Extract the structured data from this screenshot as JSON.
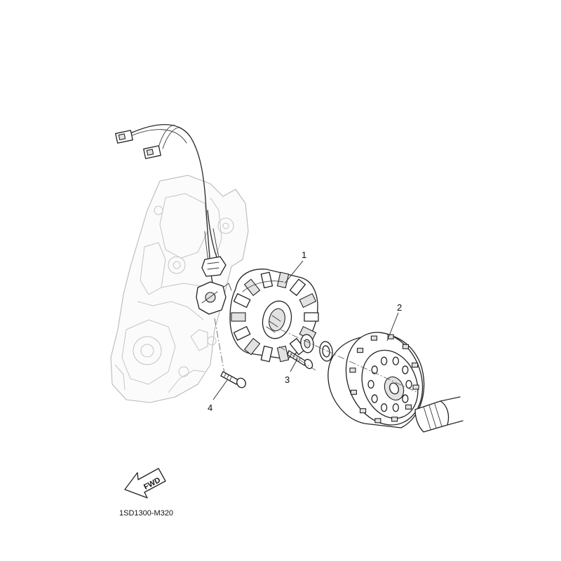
{
  "callouts": [
    {
      "id": "1",
      "label": "1"
    },
    {
      "id": "2",
      "label": "2"
    },
    {
      "id": "3",
      "label": "3"
    },
    {
      "id": "4",
      "label": "4"
    }
  ],
  "fwd_label": "FWD",
  "diagram_code": "1SD1300-M320"
}
